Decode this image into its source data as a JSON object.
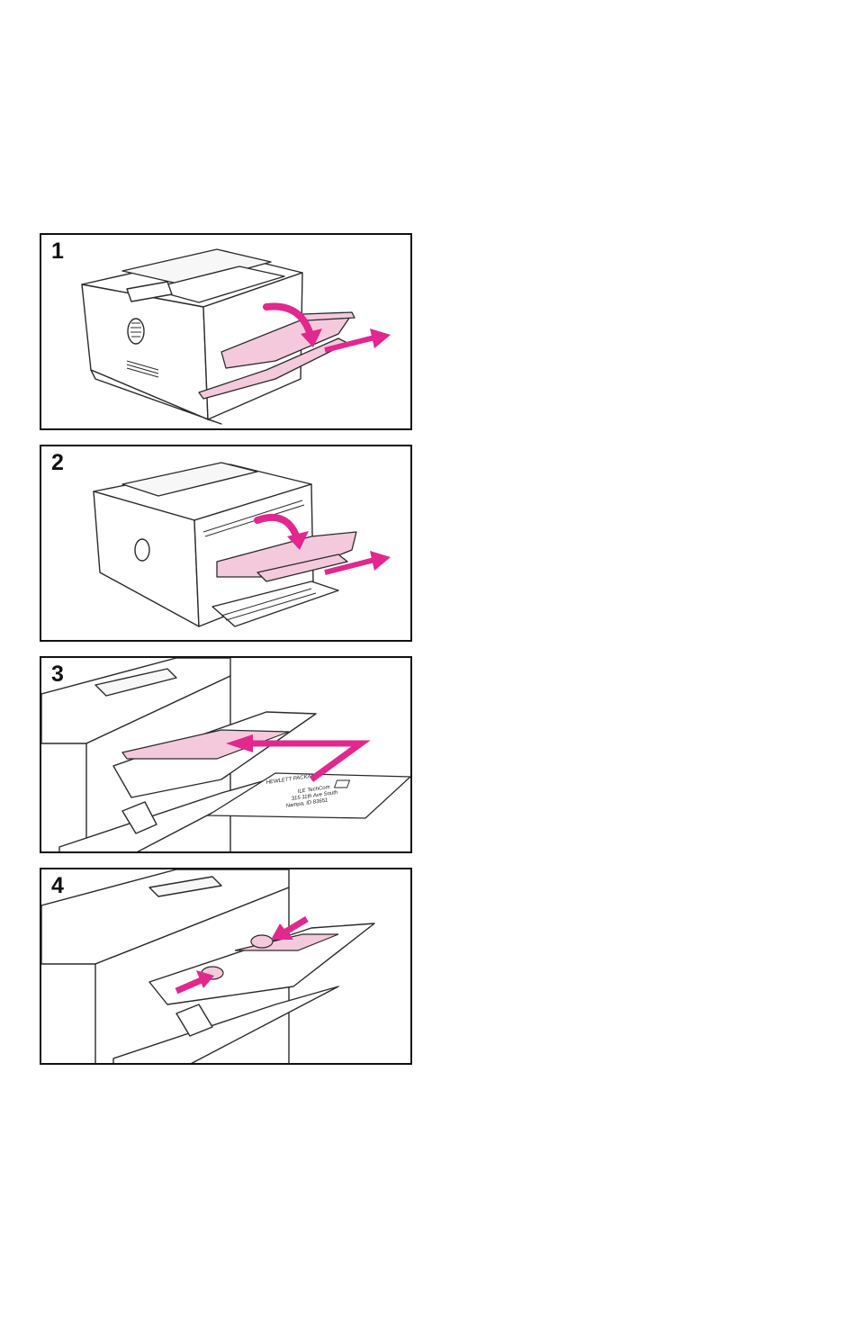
{
  "panels": [
    {
      "step": "1"
    },
    {
      "step": "2"
    },
    {
      "step": "3"
    },
    {
      "step": "4"
    }
  ],
  "envelope": {
    "logo": "HEWLETT PACKARD",
    "address_lines": [
      "ILE TechCom",
      "315 11th Ave South",
      "Nampa, ID 83651"
    ]
  },
  "colors": {
    "accent": "#e2278f",
    "tray_pink": "#f4c9dc",
    "line": "#2b2b2b"
  }
}
